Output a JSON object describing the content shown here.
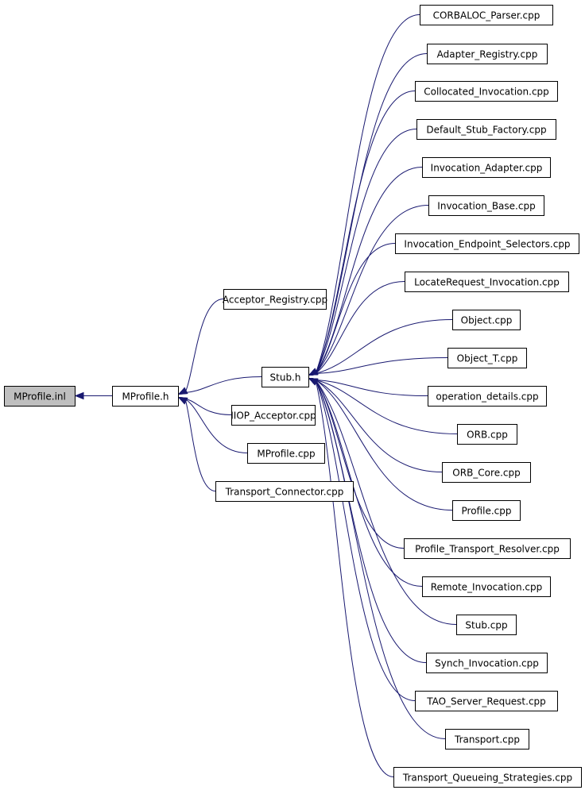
{
  "graph": {
    "root": "MProfile.inl",
    "nodes": {
      "n0": "MProfile.inl",
      "n1": "MProfile.h",
      "n2": "Acceptor_Registry.cpp",
      "n3": "Stub.h",
      "n4": "IIOP_Acceptor.cpp",
      "n5": "MProfile.cpp",
      "n6": "Transport_Connector.cpp",
      "n7": "CORBALOC_Parser.cpp",
      "n8": "Adapter_Registry.cpp",
      "n9": "Collocated_Invocation.cpp",
      "n10": "Default_Stub_Factory.cpp",
      "n11": "Invocation_Adapter.cpp",
      "n12": "Invocation_Base.cpp",
      "n13": "Invocation_Endpoint_Selectors.cpp",
      "n14": "LocateRequest_Invocation.cpp",
      "n15": "Object.cpp",
      "n16": "Object_T.cpp",
      "n17": "operation_details.cpp",
      "n18": "ORB.cpp",
      "n19": "ORB_Core.cpp",
      "n20": "Profile.cpp",
      "n21": "Profile_Transport_Resolver.cpp",
      "n22": "Remote_Invocation.cpp",
      "n23": "Stub.cpp",
      "n24": "Synch_Invocation.cpp",
      "n25": "TAO_Server_Request.cpp",
      "n26": "Transport.cpp",
      "n27": "Transport_Queueing_Strategies.cpp"
    },
    "edges": [
      [
        "n1",
        "n0"
      ],
      [
        "n2",
        "n1"
      ],
      [
        "n3",
        "n1"
      ],
      [
        "n4",
        "n1"
      ],
      [
        "n5",
        "n1"
      ],
      [
        "n6",
        "n1"
      ],
      [
        "n7",
        "n3"
      ],
      [
        "n8",
        "n3"
      ],
      [
        "n9",
        "n3"
      ],
      [
        "n10",
        "n3"
      ],
      [
        "n11",
        "n3"
      ],
      [
        "n12",
        "n3"
      ],
      [
        "n13",
        "n3"
      ],
      [
        "n14",
        "n3"
      ],
      [
        "n15",
        "n3"
      ],
      [
        "n16",
        "n3"
      ],
      [
        "n17",
        "n3"
      ],
      [
        "n18",
        "n3"
      ],
      [
        "n19",
        "n3"
      ],
      [
        "n20",
        "n3"
      ],
      [
        "n21",
        "n3"
      ],
      [
        "n22",
        "n3"
      ],
      [
        "n23",
        "n3"
      ],
      [
        "n24",
        "n3"
      ],
      [
        "n25",
        "n3"
      ],
      [
        "n26",
        "n3"
      ],
      [
        "n27",
        "n3"
      ]
    ]
  },
  "colors": {
    "edge": "#191970",
    "root_fill": "#bfbfbf",
    "node_fill": "#ffffff",
    "node_border": "#000000"
  }
}
